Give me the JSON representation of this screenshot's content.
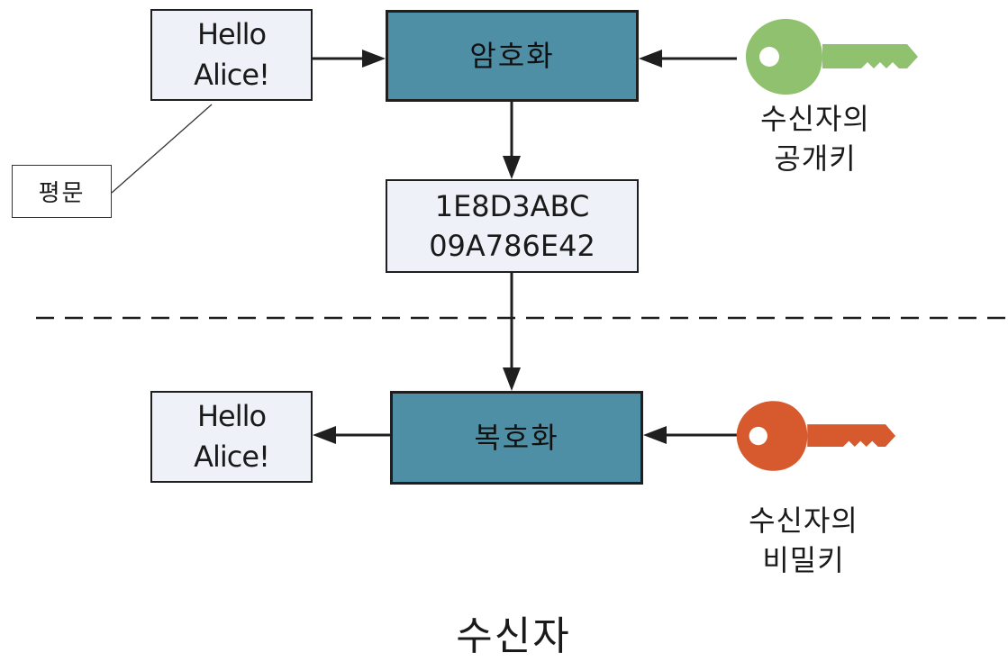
{
  "plaintext_box": {
    "lines": [
      "Hello",
      "Alice!"
    ]
  },
  "plaintext_callout": "평문",
  "encrypt_box": {
    "label": "암호화",
    "color": "#4f8fa6"
  },
  "public_key": {
    "lines": [
      "수신자의",
      "공개키"
    ],
    "color": "#8fc16e",
    "icon": "key-icon"
  },
  "ciphertext_box": {
    "lines": [
      "1E8D3ABC",
      "09A786E42"
    ]
  },
  "decrypt_box": {
    "label": "복호화",
    "color": "#4f8fa6"
  },
  "decrypted_box": {
    "lines": [
      "Hello",
      "Alice!"
    ]
  },
  "private_key": {
    "lines": [
      "수신자의",
      "비밀키"
    ],
    "color": "#d65a2e",
    "icon": "key-icon"
  },
  "receiver_label": "수신자"
}
